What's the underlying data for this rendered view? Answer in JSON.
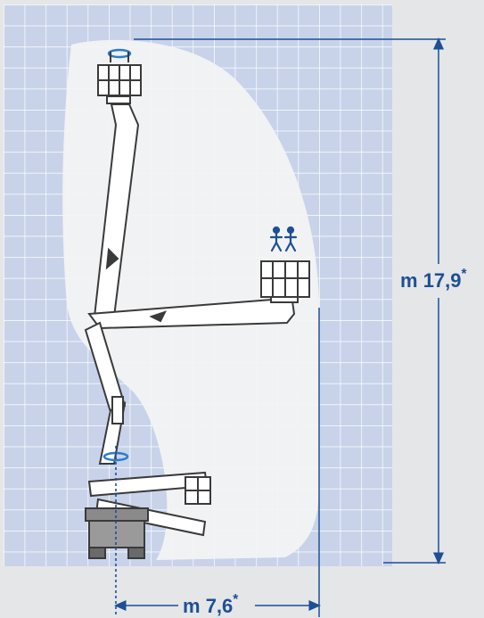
{
  "dimensions": {
    "height": {
      "prefix": "m",
      "value": "17,9",
      "mark": "*"
    },
    "reach": {
      "prefix": "m",
      "value": "7,6",
      "mark": "*"
    }
  },
  "colors": {
    "grid_background": "#c8d3ea",
    "grid_lines": "#ffffff",
    "page_background": "#e4e6e8",
    "work_envelope": "#f3f3f3",
    "dimension_color": "#1d4f95",
    "machine_outline": "#3a3a3a",
    "machine_fill": "#ffffff",
    "chassis_fill": "#8a8a8a",
    "rotation_arrow": "#2a7bd0"
  },
  "icons": [
    "rotation-arrow-icon",
    "two-persons-icon",
    "basket-icon"
  ]
}
